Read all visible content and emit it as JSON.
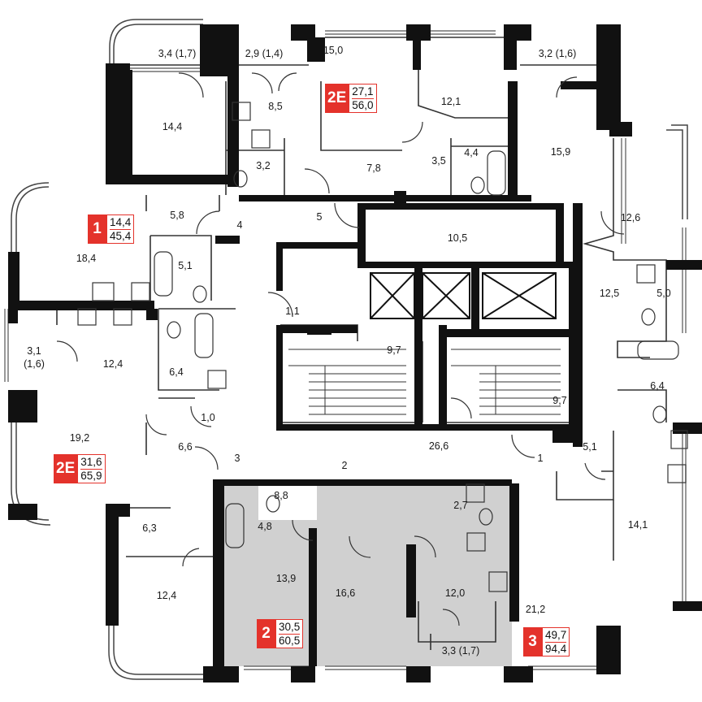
{
  "rooms": [
    {
      "id": "r-3-4-1-7",
      "label": "3,4 (1,7)"
    },
    {
      "id": "r-2-9-1-4",
      "label": "2,9 (1,4)"
    },
    {
      "id": "r-15-0",
      "label": "15,0"
    },
    {
      "id": "r-3-2-1-6",
      "label": "3,2 (1,6)"
    },
    {
      "id": "r-8-5",
      "label": "8,5"
    },
    {
      "id": "r-12-1",
      "label": "12,1"
    },
    {
      "id": "r-14-4",
      "label": "14,4"
    },
    {
      "id": "r-15-9",
      "label": "15,9"
    },
    {
      "id": "r-3-2",
      "label": "3,2"
    },
    {
      "id": "r-7-8",
      "label": "7,8"
    },
    {
      "id": "r-3-5",
      "label": "3,5"
    },
    {
      "id": "r-4-4",
      "label": "4,4"
    },
    {
      "id": "r-5-8",
      "label": "5,8"
    },
    {
      "id": "r-12-6",
      "label": "12,6"
    },
    {
      "id": "r-10-5",
      "label": "10,5"
    },
    {
      "id": "r-18-4",
      "label": "18,4"
    },
    {
      "id": "r-5-1-a",
      "label": "5,1"
    },
    {
      "id": "r-12-5",
      "label": "12,5"
    },
    {
      "id": "r-5-0",
      "label": "5,0"
    },
    {
      "id": "r-1-1",
      "label": "1,1"
    },
    {
      "id": "r-3-1-a",
      "label": "3,1"
    },
    {
      "id": "r-1-6",
      "label": "(1,6)"
    },
    {
      "id": "r-12-4-a",
      "label": "12,4"
    },
    {
      "id": "r-9-7-a",
      "label": "9,7"
    },
    {
      "id": "r-6-4-a",
      "label": "6,4"
    },
    {
      "id": "r-6-4-b",
      "label": "6,4"
    },
    {
      "id": "r-9-7-b",
      "label": "9,7"
    },
    {
      "id": "r-1-0",
      "label": "1,0"
    },
    {
      "id": "r-19-2",
      "label": "19,2"
    },
    {
      "id": "r-6-6",
      "label": "6,6"
    },
    {
      "id": "r-26-6",
      "label": "26,6"
    },
    {
      "id": "r-5-1-b",
      "label": "5,1"
    },
    {
      "id": "r-8-8",
      "label": "8,8"
    },
    {
      "id": "r-2-7",
      "label": "2,7"
    },
    {
      "id": "r-6-3",
      "label": "6,3"
    },
    {
      "id": "r-4-8",
      "label": "4,8"
    },
    {
      "id": "r-14-1",
      "label": "14,1"
    },
    {
      "id": "r-13-9",
      "label": "13,9"
    },
    {
      "id": "r-16-6",
      "label": "16,6"
    },
    {
      "id": "r-12-0",
      "label": "12,0"
    },
    {
      "id": "r-12-4-b",
      "label": "12,4"
    },
    {
      "id": "r-21-2",
      "label": "21,2"
    },
    {
      "id": "r-3-3-1-7",
      "label": "3,3 (1,7)"
    }
  ],
  "hall_numbers": [
    {
      "id": "hall-4",
      "label": "4"
    },
    {
      "id": "hall-5",
      "label": "5"
    },
    {
      "id": "hall-3",
      "label": "3"
    },
    {
      "id": "hall-2",
      "label": "2"
    },
    {
      "id": "hall-1",
      "label": "1"
    }
  ],
  "apartments": [
    {
      "id": "apt-top",
      "type": "2E",
      "living": "27,1",
      "total": "56,0"
    },
    {
      "id": "apt-left-top",
      "type": "1",
      "living": "14,4",
      "total": "45,4"
    },
    {
      "id": "apt-left-bottom",
      "type": "2E",
      "living": "31,6",
      "total": "65,9"
    },
    {
      "id": "apt-highlighted",
      "type": "2",
      "living": "30,5",
      "total": "60,5"
    },
    {
      "id": "apt-right-bottom",
      "type": "3",
      "living": "49,7",
      "total": "94,4"
    }
  ],
  "colors": {
    "wall": "#111111",
    "highlight": "#d0d0d0",
    "badge": "#e4322b",
    "line": "#333333"
  }
}
